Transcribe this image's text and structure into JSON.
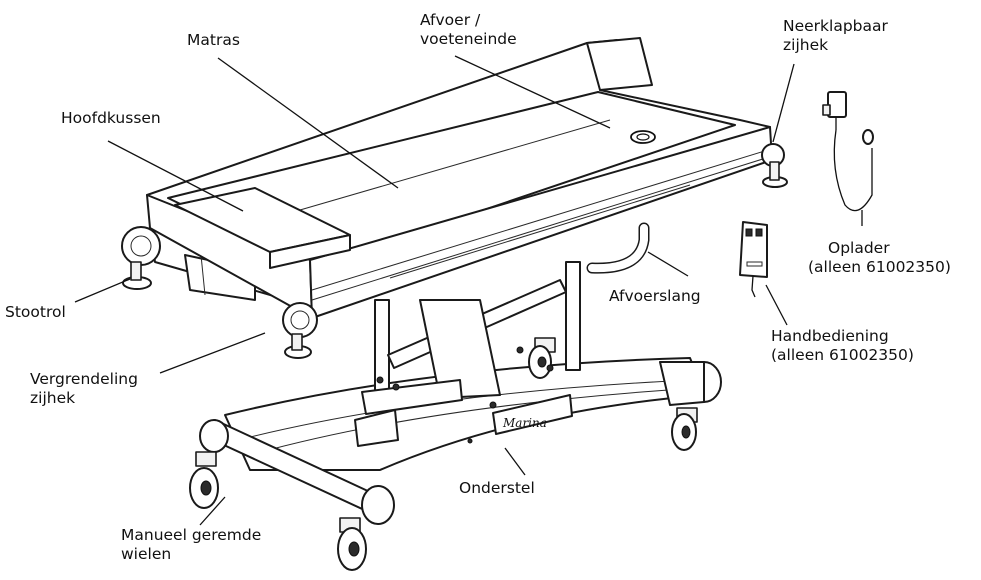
{
  "labels": {
    "matras": "Matras",
    "afvoer": [
      "Afvoer /",
      "voeteneinde"
    ],
    "neerklapbaar": [
      "Neerklapbaar",
      "zijhek"
    ],
    "hoofdkussen": "Hoofdkussen",
    "oplader": [
      "Oplader",
      "(alleen 61002350)"
    ],
    "afvoerslang": "Afvoerslang",
    "stootrol": "Stootrol",
    "handbediening": [
      "Handbediening",
      "(alleen 61002350)"
    ],
    "vergrendeling": [
      "Vergrendeling",
      "zijhek"
    ],
    "onderstel": "Onderstel",
    "wielen": [
      "Manueel geremde",
      "wielen"
    ]
  },
  "brand_text": "Marina"
}
